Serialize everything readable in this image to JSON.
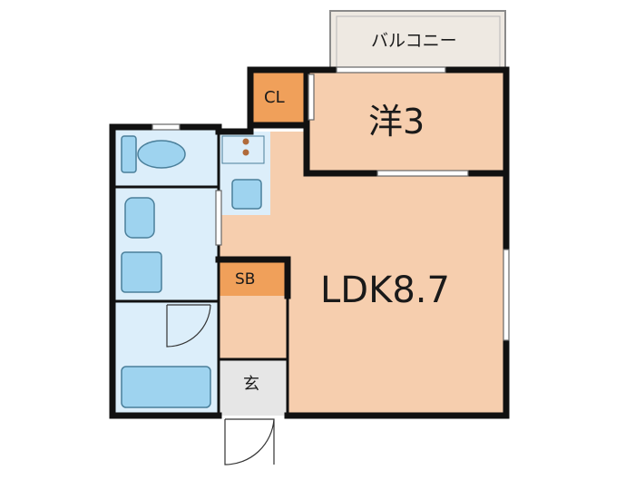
{
  "rooms": {
    "balcony": {
      "label": "バルコニー"
    },
    "closet": {
      "label": "CL"
    },
    "western_room": {
      "label": "洋3"
    },
    "shoe_box": {
      "label": "SB"
    },
    "ldk": {
      "label": "LDK8.7"
    },
    "entrance": {
      "label": "玄"
    }
  },
  "colors": {
    "room_fill": "#f6ceae",
    "storage_fill": "#f0a05a",
    "wet_area_fill": "#dceefa",
    "fixture_fill": "#9ed3ef",
    "balcony_fill": "#eee9e2",
    "entrance_fill": "#e6e6e6",
    "wall": "#111111"
  }
}
